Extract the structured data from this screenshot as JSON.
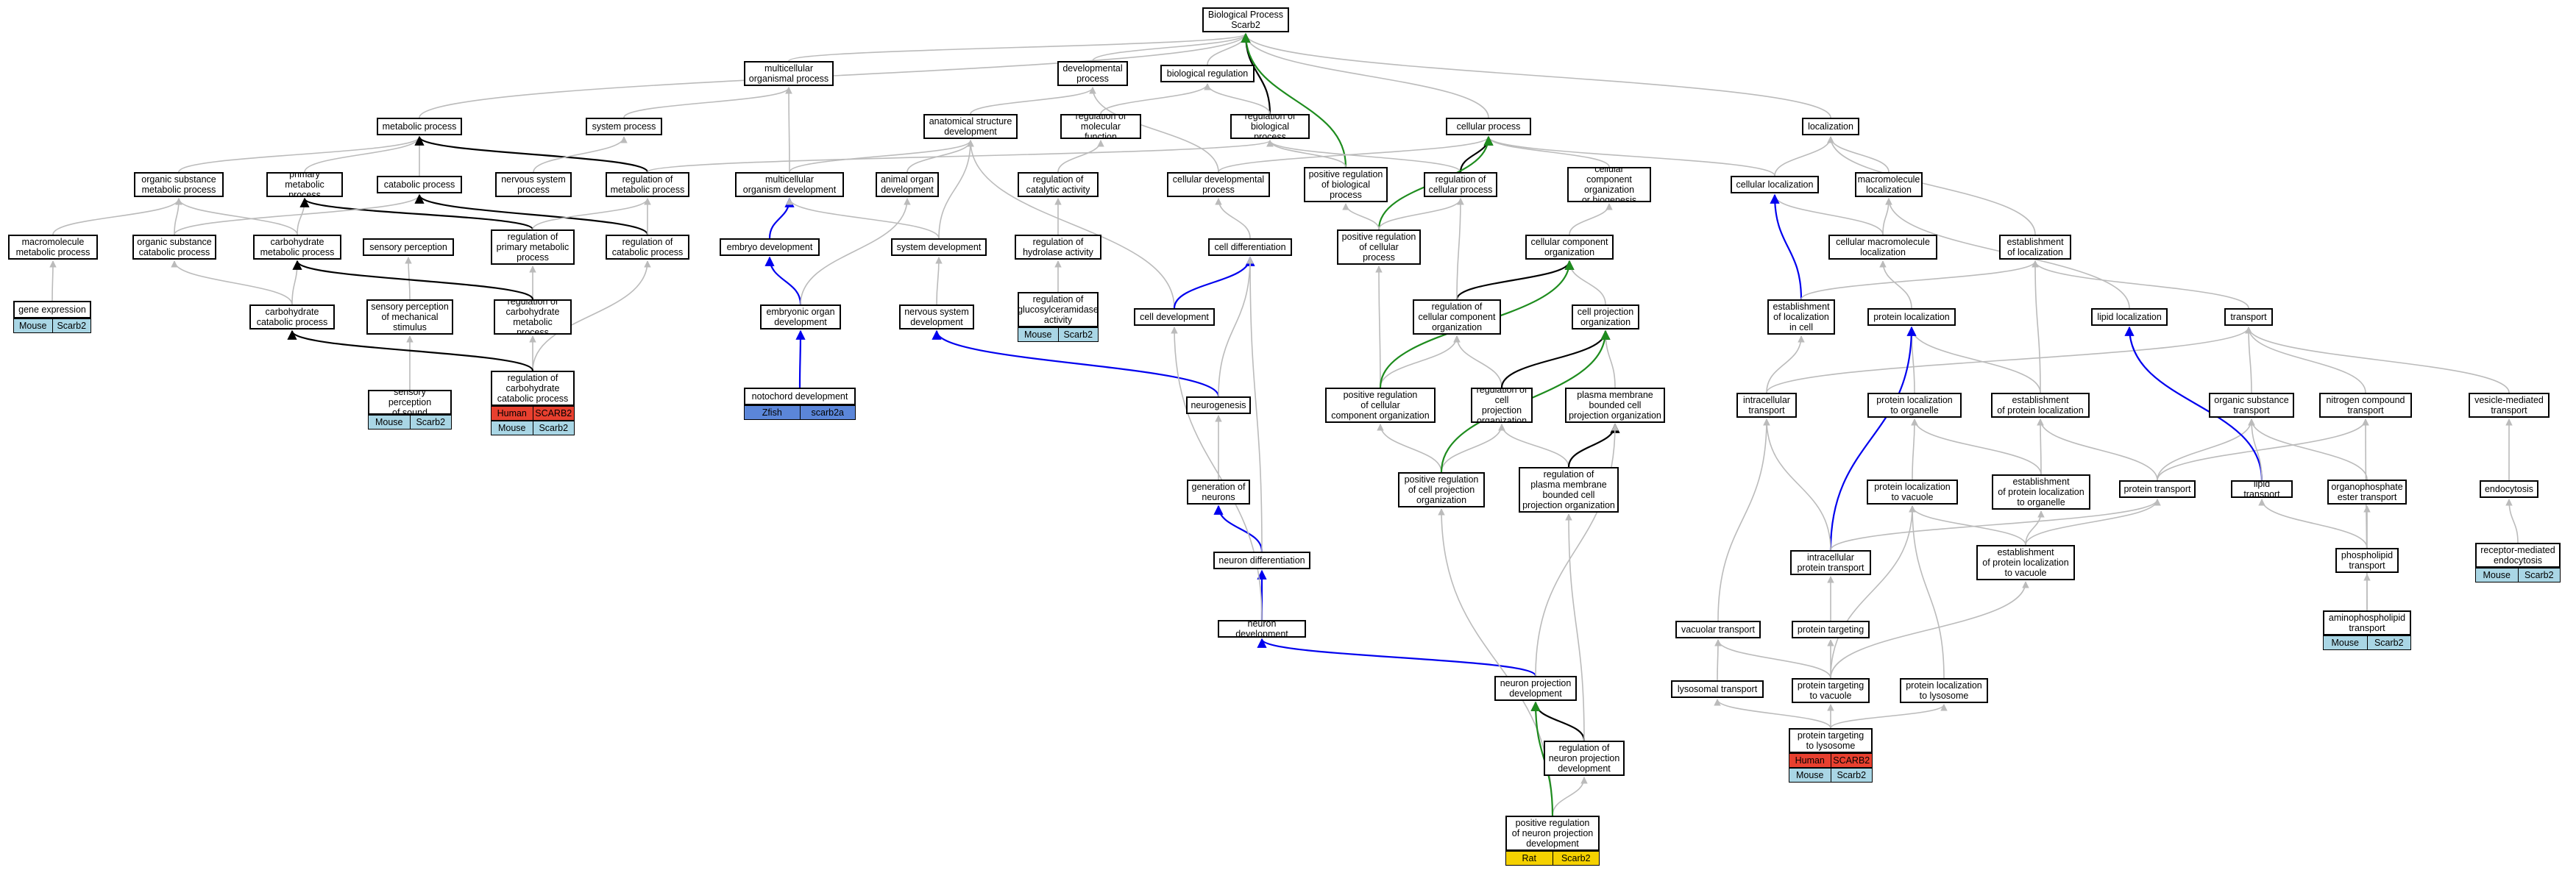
{
  "species_colors": {
    "Mouse": "#a9d6e5",
    "Human": "#e8402f",
    "Zfish": "#5b86d9",
    "Rat": "#f5d100"
  },
  "edge_colors": {
    "is_a": "#bbbbbb",
    "regulates": "#000000",
    "positively_regulates": "#1e8c1e",
    "part_of": "#0000ee"
  },
  "nodes": [
    {
      "id": "bp",
      "label": "Biological Process\nScarb2"
    },
    {
      "id": "mop",
      "label": "multicellular\norganismal process"
    },
    {
      "id": "devp",
      "label": "developmental\nprocess"
    },
    {
      "id": "biore",
      "label": "biological regulation"
    },
    {
      "id": "metp",
      "label": "metabolic process"
    },
    {
      "id": "sysp",
      "label": "system process"
    },
    {
      "id": "asd",
      "label": "anatomical structure\ndevelopment"
    },
    {
      "id": "rmf",
      "label": "regulation of\nmolecular function"
    },
    {
      "id": "rbp",
      "label": "regulation of\nbiological process"
    },
    {
      "id": "cellp",
      "label": "cellular process"
    },
    {
      "id": "loc",
      "label": "localization"
    },
    {
      "id": "osmp",
      "label": "organic substance\nmetabolic process"
    },
    {
      "id": "pmp",
      "label": "primary metabolic\nprocess"
    },
    {
      "id": "catp",
      "label": "catabolic process"
    },
    {
      "id": "nsp",
      "label": "nervous system\nprocess"
    },
    {
      "id": "rmp",
      "label": "regulation of\nmetabolic process"
    },
    {
      "id": "mod",
      "label": "multicellular\norganism development"
    },
    {
      "id": "aod",
      "label": "animal organ\ndevelopment"
    },
    {
      "id": "rca",
      "label": "regulation of\ncatalytic activity"
    },
    {
      "id": "cdp",
      "label": "cellular developmental\nprocess"
    },
    {
      "id": "prbp",
      "label": "positive regulation\nof biological\nprocess"
    },
    {
      "id": "rcp",
      "label": "regulation of\ncellular process"
    },
    {
      "id": "ccob",
      "label": "cellular component\norganization\nor biogenesis"
    },
    {
      "id": "cloc",
      "label": "cellular localization"
    },
    {
      "id": "mloc",
      "label": "macromolecule\nlocalization"
    },
    {
      "id": "mmp",
      "label": "macromolecule\nmetabolic process"
    },
    {
      "id": "oscp",
      "label": "organic substance\ncatabolic process"
    },
    {
      "id": "chmp",
      "label": "carbohydrate\nmetabolic process"
    },
    {
      "id": "sper",
      "label": "sensory perception"
    },
    {
      "id": "rpmp",
      "label": "regulation of\nprimary metabolic\nprocess"
    },
    {
      "id": "rcatp",
      "label": "regulation of\ncatabolic process"
    },
    {
      "id": "embd",
      "label": "embryo development"
    },
    {
      "id": "sysd",
      "label": "system development"
    },
    {
      "id": "rha",
      "label": "regulation of\nhydrolase activity"
    },
    {
      "id": "cdiff",
      "label": "cell differentiation"
    },
    {
      "id": "prcp",
      "label": "positive regulation\nof cellular\nprocess"
    },
    {
      "id": "cco",
      "label": "cellular component\norganization"
    },
    {
      "id": "cmloc",
      "label": "cellular macromolecule\nlocalization"
    },
    {
      "id": "eloc",
      "label": "establishment\nof localization"
    },
    {
      "id": "gexp",
      "label": "gene expression",
      "species": [
        [
          "Mouse",
          "Scarb2"
        ]
      ]
    },
    {
      "id": "chcp",
      "label": "carbohydrate\ncatabolic process"
    },
    {
      "id": "spms",
      "label": "sensory perception\nof mechanical\nstimulus"
    },
    {
      "id": "rchmp",
      "label": "regulation of\ncarbohydrate\nmetabolic process"
    },
    {
      "id": "eod",
      "label": "embryonic organ\ndevelopment"
    },
    {
      "id": "nssd",
      "label": "nervous system\ndevelopment"
    },
    {
      "id": "rgca",
      "label": "regulation of\nglucosylceramidase\nactivity",
      "species": [
        [
          "Mouse",
          "Scarb2"
        ]
      ]
    },
    {
      "id": "celld",
      "label": "cell development"
    },
    {
      "id": "rccco",
      "label": "regulation of\ncellular component\norganization"
    },
    {
      "id": "cpo",
      "label": "cell projection\norganization"
    },
    {
      "id": "elcell",
      "label": "establishment\nof localization\nin cell"
    },
    {
      "id": "ploc",
      "label": "protein localization"
    },
    {
      "id": "lloc",
      "label": "lipid localization"
    },
    {
      "id": "trans",
      "label": "transport"
    },
    {
      "id": "spsound",
      "label": "sensory perception\nof sound",
      "species": [
        [
          "Mouse",
          "Scarb2"
        ]
      ]
    },
    {
      "id": "rchcp",
      "label": "regulation of\ncarbohydrate\ncatabolic process",
      "species": [
        [
          "Human",
          "SCARB2"
        ],
        [
          "Mouse",
          "Scarb2"
        ]
      ]
    },
    {
      "id": "notod",
      "label": "notochord development",
      "species": [
        [
          "Zfish",
          "scarb2a"
        ]
      ]
    },
    {
      "id": "neurog",
      "label": "neurogenesis"
    },
    {
      "id": "prccco",
      "label": "positive regulation\nof cellular\ncomponent organization"
    },
    {
      "id": "rcpo",
      "label": "regulation of\ncell projection\norganization"
    },
    {
      "id": "pmbcpo",
      "label": "plasma membrane\nbounded cell\nprojection organization"
    },
    {
      "id": "intrat",
      "label": "intracellular\ntransport"
    },
    {
      "id": "plorg",
      "label": "protein localization\nto organelle"
    },
    {
      "id": "eploc",
      "label": "establishment\nof protein localization"
    },
    {
      "id": "ostrans",
      "label": "organic substance\ntransport"
    },
    {
      "id": "nctrans",
      "label": "nitrogen compound\ntransport"
    },
    {
      "id": "vmt",
      "label": "vesicle-mediated\ntransport"
    },
    {
      "id": "genn",
      "label": "generation of\nneurons"
    },
    {
      "id": "prcpo",
      "label": "positive regulation\nof cell projection\norganization"
    },
    {
      "id": "rpmbcpo",
      "label": "regulation of\nplasma membrane\nbounded cell\nprojection organization"
    },
    {
      "id": "plvac",
      "label": "protein localization\nto vacuole"
    },
    {
      "id": "eplorg",
      "label": "establishment\nof protein localization\nto organelle"
    },
    {
      "id": "ptrans",
      "label": "protein transport"
    },
    {
      "id": "ltrans",
      "label": "lipid transport"
    },
    {
      "id": "opet",
      "label": "organophosphate\nester transport"
    },
    {
      "id": "endo",
      "label": "endocytosis"
    },
    {
      "id": "ndiff",
      "label": "neuron differentiation"
    },
    {
      "id": "iptrans",
      "label": "intracellular\nprotein transport"
    },
    {
      "id": "eplvac",
      "label": "establishment\nof protein localization\nto vacuole"
    },
    {
      "id": "plt",
      "label": "phospholipid\ntransport"
    },
    {
      "id": "rme",
      "label": "receptor-mediated\nendocytosis",
      "species": [
        [
          "Mouse",
          "Scarb2"
        ]
      ]
    },
    {
      "id": "ndev",
      "label": "neuron development"
    },
    {
      "id": "aplt",
      "label": "aminophospholipid\ntransport",
      "species": [
        [
          "Mouse",
          "Scarb2"
        ]
      ]
    },
    {
      "id": "vtrans",
      "label": "vacuolar transport"
    },
    {
      "id": "ptarg",
      "label": "protein targeting"
    },
    {
      "id": "npd",
      "label": "neuron projection\ndevelopment"
    },
    {
      "id": "lytrans",
      "label": "lysosomal transport"
    },
    {
      "id": "ptv",
      "label": "protein targeting\nto vacuole"
    },
    {
      "id": "pll",
      "label": "protein localization\nto lysosome"
    },
    {
      "id": "rnpd",
      "label": "regulation of\nneuron projection\ndevelopment"
    },
    {
      "id": "ptl",
      "label": "protein targeting\nto lysosome",
      "species": [
        [
          "Human",
          "SCARB2"
        ],
        [
          "Mouse",
          "Scarb2"
        ]
      ]
    },
    {
      "id": "prnpd",
      "label": "positive regulation\nof neuron projection\ndevelopment",
      "species": [
        [
          "Rat",
          "Scarb2"
        ]
      ]
    }
  ],
  "edges": [
    [
      "mop",
      "bp",
      "is_a"
    ],
    [
      "devp",
      "bp",
      "is_a"
    ],
    [
      "biore",
      "bp",
      "is_a"
    ],
    [
      "metp",
      "bp",
      "is_a"
    ],
    [
      "cellp",
      "bp",
      "is_a"
    ],
    [
      "loc",
      "bp",
      "is_a"
    ],
    [
      "rbp",
      "bp",
      "regulates"
    ],
    [
      "prbp",
      "bp",
      "positively_regulates"
    ],
    [
      "sysp",
      "mop",
      "is_a"
    ],
    [
      "mod",
      "mop",
      "is_a"
    ],
    [
      "asd",
      "devp",
      "is_a"
    ],
    [
      "cdp",
      "devp",
      "is_a"
    ],
    [
      "rmf",
      "biore",
      "is_a"
    ],
    [
      "rbp",
      "biore",
      "is_a"
    ],
    [
      "osmp",
      "metp",
      "is_a"
    ],
    [
      "pmp",
      "metp",
      "is_a"
    ],
    [
      "catp",
      "metp",
      "is_a"
    ],
    [
      "rmp",
      "metp",
      "regulates"
    ],
    [
      "nsp",
      "sysp",
      "is_a"
    ],
    [
      "mod",
      "asd",
      "is_a"
    ],
    [
      "aod",
      "asd",
      "is_a"
    ],
    [
      "sysd",
      "asd",
      "is_a"
    ],
    [
      "celld",
      "asd",
      "is_a"
    ],
    [
      "rca",
      "rmf",
      "is_a"
    ],
    [
      "rmp",
      "rbp",
      "is_a"
    ],
    [
      "prbp",
      "rbp",
      "is_a"
    ],
    [
      "rcp",
      "rbp",
      "is_a"
    ],
    [
      "cdp",
      "cellp",
      "is_a"
    ],
    [
      "ccob",
      "cellp",
      "is_a"
    ],
    [
      "cloc",
      "cellp",
      "is_a"
    ],
    [
      "rcp",
      "cellp",
      "regulates"
    ],
    [
      "prcp",
      "cellp",
      "positively_regulates"
    ],
    [
      "cloc",
      "loc",
      "is_a"
    ],
    [
      "mloc",
      "loc",
      "is_a"
    ],
    [
      "mmp",
      "osmp",
      "is_a"
    ],
    [
      "oscp",
      "osmp",
      "is_a"
    ],
    [
      "chmp",
      "osmp",
      "is_a"
    ],
    [
      "chmp",
      "pmp",
      "is_a"
    ],
    [
      "rpmp",
      "pmp",
      "regulates"
    ],
    [
      "oscp",
      "catp",
      "is_a"
    ],
    [
      "rcatp",
      "catp",
      "regulates"
    ],
    [
      "rpmp",
      "rmp",
      "is_a"
    ],
    [
      "rcatp",
      "rmp",
      "is_a"
    ],
    [
      "embd",
      "mod",
      "part_of"
    ],
    [
      "sysd",
      "mod",
      "is_a"
    ],
    [
      "rha",
      "rca",
      "is_a"
    ],
    [
      "cdiff",
      "cdp",
      "is_a"
    ],
    [
      "prcp",
      "prbp",
      "is_a"
    ],
    [
      "prcp",
      "rcp",
      "is_a"
    ],
    [
      "cco",
      "ccob",
      "is_a"
    ],
    [
      "cmloc",
      "mloc",
      "is_a"
    ],
    [
      "cmloc",
      "cloc",
      "is_a"
    ],
    [
      "elcell",
      "cloc",
      "part_of"
    ],
    [
      "eloc",
      "loc",
      "is_a"
    ],
    [
      "gexp",
      "mmp",
      "is_a"
    ],
    [
      "chcp",
      "oscp",
      "is_a"
    ],
    [
      "chcp",
      "chmp",
      "is_a"
    ],
    [
      "spms",
      "sper",
      "is_a"
    ],
    [
      "rchmp",
      "rpmp",
      "is_a"
    ],
    [
      "rchmp",
      "chmp",
      "regulates"
    ],
    [
      "eod",
      "embd",
      "part_of"
    ],
    [
      "eod",
      "aod",
      "is_a"
    ],
    [
      "nssd",
      "sysd",
      "is_a"
    ],
    [
      "rgca",
      "rha",
      "is_a"
    ],
    [
      "celld",
      "cdiff",
      "part_of"
    ],
    [
      "rccco",
      "cco",
      "regulates"
    ],
    [
      "rccco",
      "rcp",
      "is_a"
    ],
    [
      "cpo",
      "cco",
      "is_a"
    ],
    [
      "elcell",
      "eloc",
      "is_a"
    ],
    [
      "ploc",
      "cmloc",
      "is_a"
    ],
    [
      "lloc",
      "mloc",
      "is_a"
    ],
    [
      "trans",
      "eloc",
      "is_a"
    ],
    [
      "spsound",
      "spms",
      "is_a"
    ],
    [
      "rchcp",
      "rchmp",
      "is_a"
    ],
    [
      "rchcp",
      "rcatp",
      "is_a"
    ],
    [
      "rchcp",
      "chcp",
      "regulates"
    ],
    [
      "notod",
      "eod",
      "part_of"
    ],
    [
      "neurog",
      "nssd",
      "part_of"
    ],
    [
      "neurog",
      "cdiff",
      "is_a"
    ],
    [
      "prccco",
      "rccco",
      "is_a"
    ],
    [
      "prccco",
      "prcp",
      "is_a"
    ],
    [
      "prccco",
      "cco",
      "positively_regulates"
    ],
    [
      "rcpo",
      "rccco",
      "is_a"
    ],
    [
      "rcpo",
      "cpo",
      "regulates"
    ],
    [
      "pmbcpo",
      "cpo",
      "is_a"
    ],
    [
      "intrat",
      "trans",
      "is_a"
    ],
    [
      "intrat",
      "elcell",
      "is_a"
    ],
    [
      "plorg",
      "ploc",
      "is_a"
    ],
    [
      "eploc",
      "ploc",
      "is_a"
    ],
    [
      "eploc",
      "eloc",
      "is_a"
    ],
    [
      "ostrans",
      "trans",
      "is_a"
    ],
    [
      "nctrans",
      "trans",
      "is_a"
    ],
    [
      "vmt",
      "trans",
      "is_a"
    ],
    [
      "genn",
      "neurog",
      "is_a"
    ],
    [
      "prcpo",
      "rcpo",
      "is_a"
    ],
    [
      "prcpo",
      "prccco",
      "is_a"
    ],
    [
      "prcpo",
      "cpo",
      "positively_regulates"
    ],
    [
      "rpmbcpo",
      "rcpo",
      "is_a"
    ],
    [
      "rpmbcpo",
      "pmbcpo",
      "regulates"
    ],
    [
      "plvac",
      "plorg",
      "is_a"
    ],
    [
      "eplorg",
      "plorg",
      "is_a"
    ],
    [
      "eplorg",
      "eploc",
      "is_a"
    ],
    [
      "ptrans",
      "eploc",
      "is_a"
    ],
    [
      "ptrans",
      "ostrans",
      "is_a"
    ],
    [
      "ptrans",
      "nctrans",
      "is_a"
    ],
    [
      "ltrans",
      "lloc",
      "part_of"
    ],
    [
      "ltrans",
      "ostrans",
      "is_a"
    ],
    [
      "opet",
      "ostrans",
      "is_a"
    ],
    [
      "endo",
      "vmt",
      "is_a"
    ],
    [
      "ndiff",
      "genn",
      "part_of"
    ],
    [
      "ndiff",
      "cdiff",
      "is_a"
    ],
    [
      "iptrans",
      "ploc",
      "part_of"
    ],
    [
      "iptrans",
      "intrat",
      "is_a"
    ],
    [
      "iptrans",
      "ptrans",
      "is_a"
    ],
    [
      "eplvac",
      "plvac",
      "is_a"
    ],
    [
      "eplvac",
      "eplorg",
      "is_a"
    ],
    [
      "eplvac",
      "ptrans",
      "is_a"
    ],
    [
      "plt",
      "ltrans",
      "is_a"
    ],
    [
      "plt",
      "opet",
      "is_a"
    ],
    [
      "rme",
      "endo",
      "is_a"
    ],
    [
      "ndev",
      "ndiff",
      "part_of"
    ],
    [
      "ndev",
      "celld",
      "is_a"
    ],
    [
      "aplt",
      "plt",
      "is_a"
    ],
    [
      "aplt",
      "nctrans",
      "is_a"
    ],
    [
      "vtrans",
      "intrat",
      "is_a"
    ],
    [
      "ptarg",
      "iptrans",
      "is_a"
    ],
    [
      "npd",
      "ndev",
      "part_of"
    ],
    [
      "npd",
      "pmbcpo",
      "is_a"
    ],
    [
      "lytrans",
      "vtrans",
      "is_a"
    ],
    [
      "ptv",
      "vtrans",
      "is_a"
    ],
    [
      "ptv",
      "ptarg",
      "is_a"
    ],
    [
      "ptv",
      "eplvac",
      "is_a"
    ],
    [
      "ptv",
      "plvac",
      "is_a"
    ],
    [
      "pll",
      "plvac",
      "is_a"
    ],
    [
      "rnpd",
      "npd",
      "regulates"
    ],
    [
      "rnpd",
      "rpmbcpo",
      "is_a"
    ],
    [
      "ptl",
      "lytrans",
      "is_a"
    ],
    [
      "ptl",
      "ptv",
      "is_a"
    ],
    [
      "ptl",
      "pll",
      "is_a"
    ],
    [
      "prnpd",
      "rnpd",
      "is_a"
    ],
    [
      "prnpd",
      "prcpo",
      "is_a"
    ],
    [
      "prnpd",
      "npd",
      "positively_regulates"
    ]
  ]
}
